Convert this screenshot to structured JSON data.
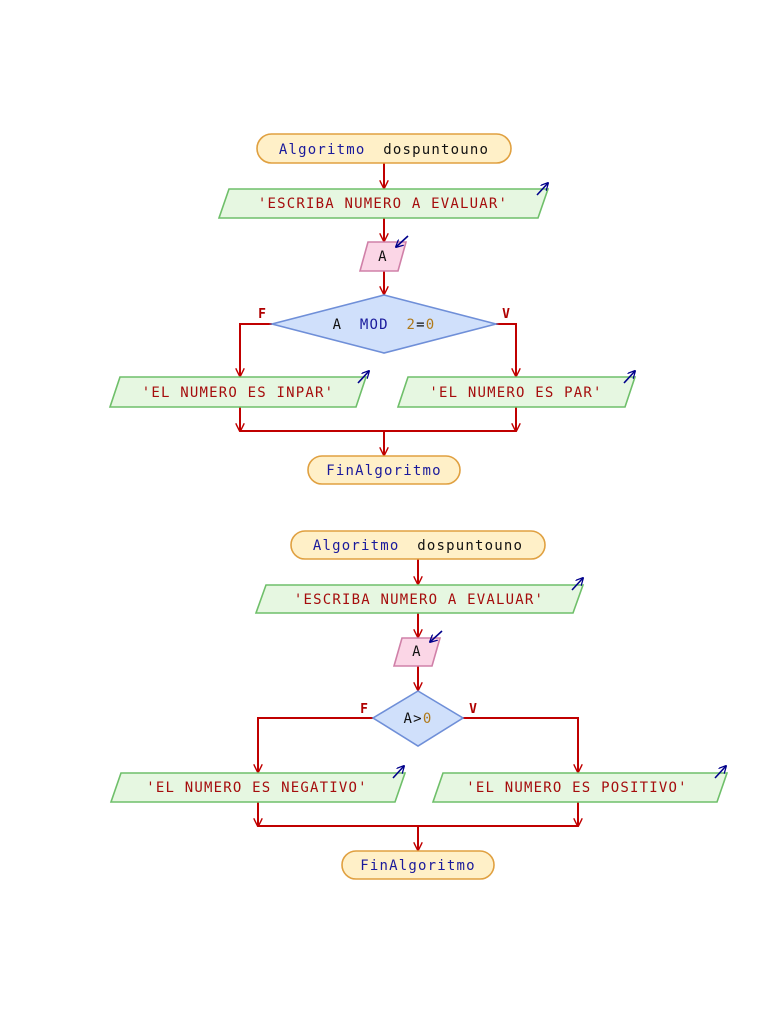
{
  "colors": {
    "flow_line": "#c00000",
    "terminal_fill": "#fff0c8",
    "terminal_stroke": "#e0a040",
    "io_fill": "#e6f7e1",
    "io_stroke": "#6fbf6a",
    "input_fill": "#fbd6e6",
    "input_stroke": "#d080a8",
    "decision_fill": "#d0e0fb",
    "decision_stroke": "#6f8fd8",
    "io_arrow": "#00008b"
  },
  "diagram1": {
    "start": {
      "keyword": "Algoritmo",
      "name": "dospuntouno"
    },
    "prompt": "'ESCRIBA NUMERO A EVALUAR'",
    "read_var": "A",
    "decision": {
      "lhs": "A",
      "op": "MOD",
      "num": "2",
      "eq": "=",
      "rhs": "0"
    },
    "false_label": "F",
    "true_label": "V",
    "false_output": "'EL NUMERO ES INPAR'",
    "true_output": "'EL NUMERO ES PAR'",
    "end": "FinAlgoritmo"
  },
  "diagram2": {
    "start": {
      "keyword": "Algoritmo",
      "name": "dospuntouno"
    },
    "prompt": "'ESCRIBA NUMERO A EVALUAR'",
    "read_var": "A",
    "decision": {
      "lhs": "A",
      "op": ">",
      "rhs": "0"
    },
    "false_label": "F",
    "true_label": "V",
    "false_output": "'EL NUMERO ES NEGATIVO'",
    "true_output": "'EL NUMERO ES POSITIVO'",
    "end": "FinAlgoritmo"
  }
}
